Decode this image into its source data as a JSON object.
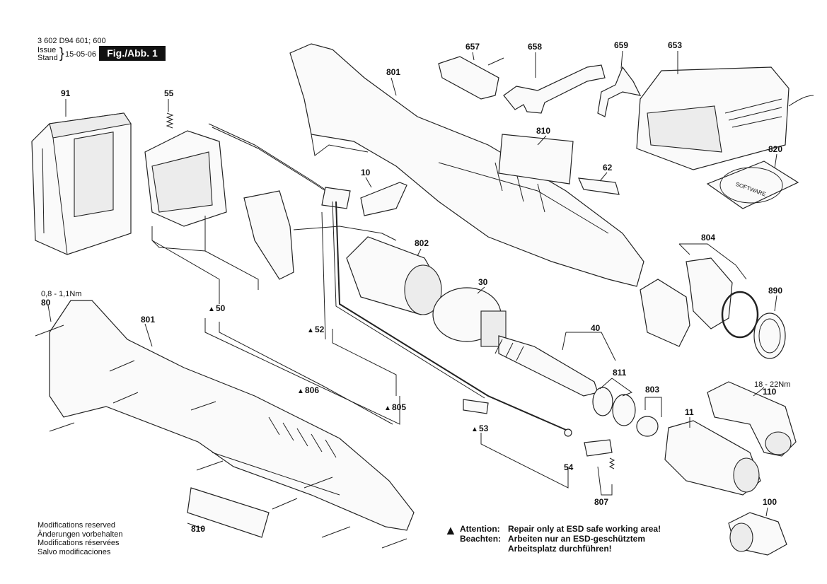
{
  "header": {
    "part_number": "3 602 D94 601; 600",
    "issue_label_en": "Issue",
    "issue_label_de": "Stand",
    "date": "15-05-06",
    "figure": "Fig./Abb. 1"
  },
  "callouts": {
    "p91": "91",
    "p55": "55",
    "p801_top": "801",
    "p657": "657",
    "p658": "658",
    "p659": "659",
    "p653": "653",
    "p810_top": "810",
    "p820": "820",
    "p10": "10",
    "p62": "62",
    "p802": "802",
    "p804": "804",
    "p30": "30",
    "p890": "890",
    "p50": "50",
    "p52": "52",
    "p40": "40",
    "p811": "811",
    "p806": "806",
    "p805": "805",
    "p803": "803",
    "p110": "110",
    "p11": "11",
    "p53": "53",
    "p54": "54",
    "p807": "807",
    "p100": "100",
    "p810_bottom": "810",
    "p801_bottom": "801",
    "p80": "80"
  },
  "torque": {
    "screw_80": "0,8 - 1,1Nm",
    "head_110": "18 - 22Nm"
  },
  "esd_markers": {
    "triangle": "▲"
  },
  "charger_label": "SOFTWARE",
  "notes": [
    "Modifications reserved",
    "Änderungen vorbehalten",
    "Modifications réservées",
    "Salvo modificaciones"
  ],
  "warning": {
    "icon": "warning-triangle-icon",
    "attention_label": "Attention:",
    "attention_text": "Repair only at ESD safe working area!",
    "beachten_label": "Beachten:",
    "beachten_text_1": "Arbeiten nur an ESD-geschütztem",
    "beachten_text_2": "Arbeitsplatz durchführen!"
  }
}
